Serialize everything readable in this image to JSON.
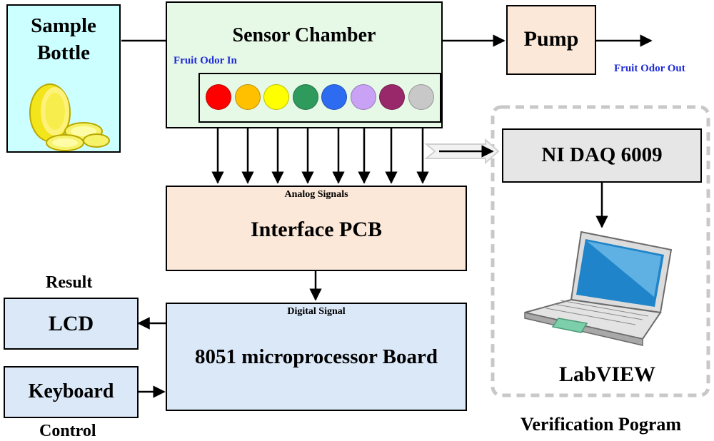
{
  "labels": {
    "sample_bottle_l1": "Sample",
    "sample_bottle_l2": "Bottle",
    "sensor_chamber": "Sensor Chamber",
    "fruit_odor_in": "Fruit Odor In",
    "pump": "Pump",
    "fruit_odor_out": "Fruit Odor Out",
    "analog_signals": "Analog Signals",
    "interface_pcb": "Interface PCB",
    "digital_signal": "Digital Signal",
    "microprocessor_board": "8051 microprocessor Board",
    "result": "Result",
    "lcd": "LCD",
    "keyboard": "Keyboard",
    "control": "Control",
    "ni_daq": "NI DAQ 6009",
    "labview": "LabVIEW",
    "verification_program": "Verification Pogram"
  },
  "colors": {
    "sample_bottle_fill": "#ccffff",
    "sensor_chamber_fill": "#e6f8e6",
    "pump_fill": "#fbe8d8",
    "interface_pcb_fill": "#fbe8d8",
    "micro_board_fill": "#dbe8f8",
    "lcd_fill": "#dbe8f8",
    "keyboard_fill": "#dbe8f8",
    "daq_fill": "#e6e6e6",
    "blue_text": "#1f2bd6",
    "dashed_border": "#c8c8c8"
  },
  "sensors": [
    {
      "name": "sensor-red",
      "color": "#ff0000"
    },
    {
      "name": "sensor-orange",
      "color": "#ffc000"
    },
    {
      "name": "sensor-yellow",
      "color": "#ffff00"
    },
    {
      "name": "sensor-green",
      "color": "#2e9a5c"
    },
    {
      "name": "sensor-blue",
      "color": "#2d6cf0"
    },
    {
      "name": "sensor-lavender",
      "color": "#c9a2f5"
    },
    {
      "name": "sensor-purple",
      "color": "#99286a"
    },
    {
      "name": "sensor-gray",
      "color": "#c8c8c8"
    }
  ],
  "icons": {
    "lemon": "lemon-icon",
    "laptop": "laptop-icon"
  }
}
